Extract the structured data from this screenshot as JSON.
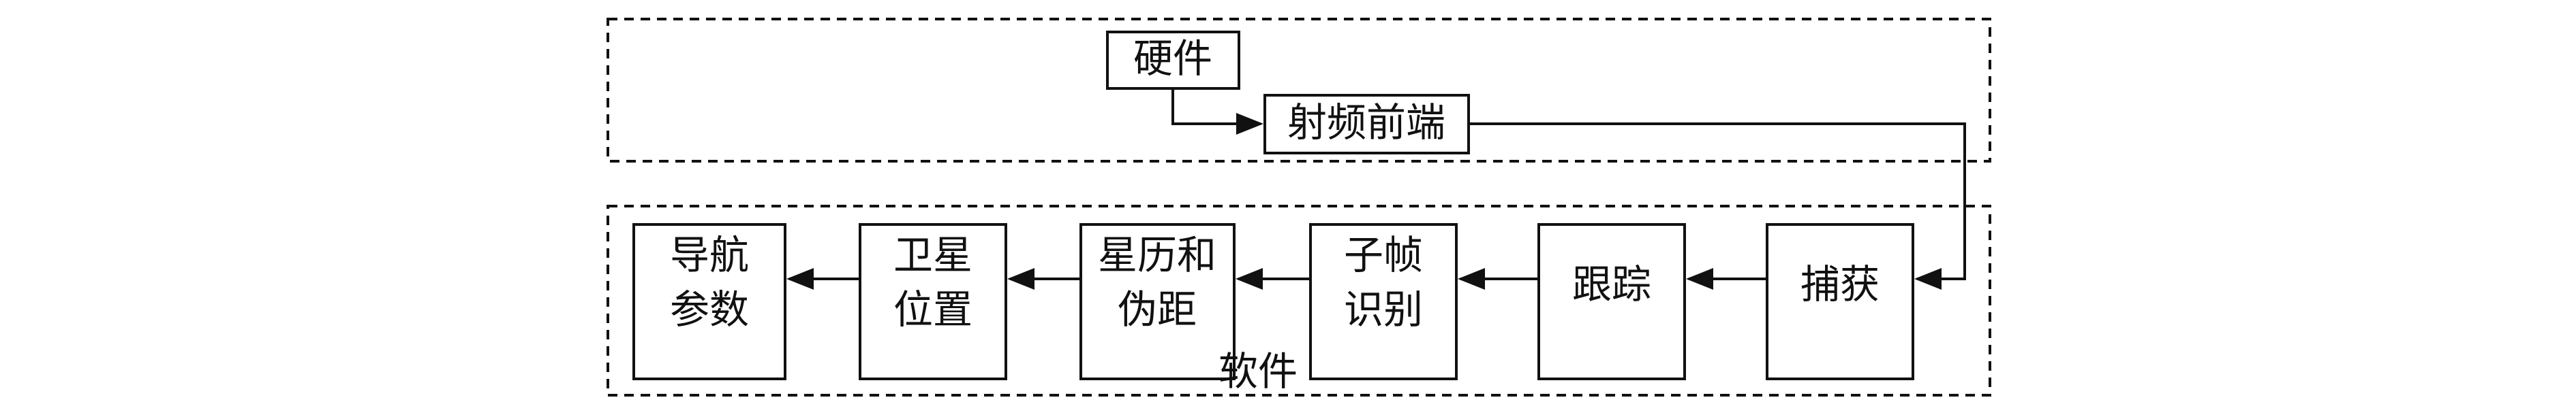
{
  "diagram": {
    "groups": {
      "hardware": "硬件",
      "software": "软件"
    },
    "nodes": {
      "rf_frontend": "射频前端",
      "acquisition": "捕获",
      "tracking": "跟踪",
      "subframe_id": [
        "子帧",
        "识别"
      ],
      "ephemeris_pseudorange": [
        "星历和",
        "伪距"
      ],
      "satellite_position": [
        "卫星",
        "位置"
      ],
      "navigation_params": [
        "导航",
        "参数"
      ]
    }
  }
}
